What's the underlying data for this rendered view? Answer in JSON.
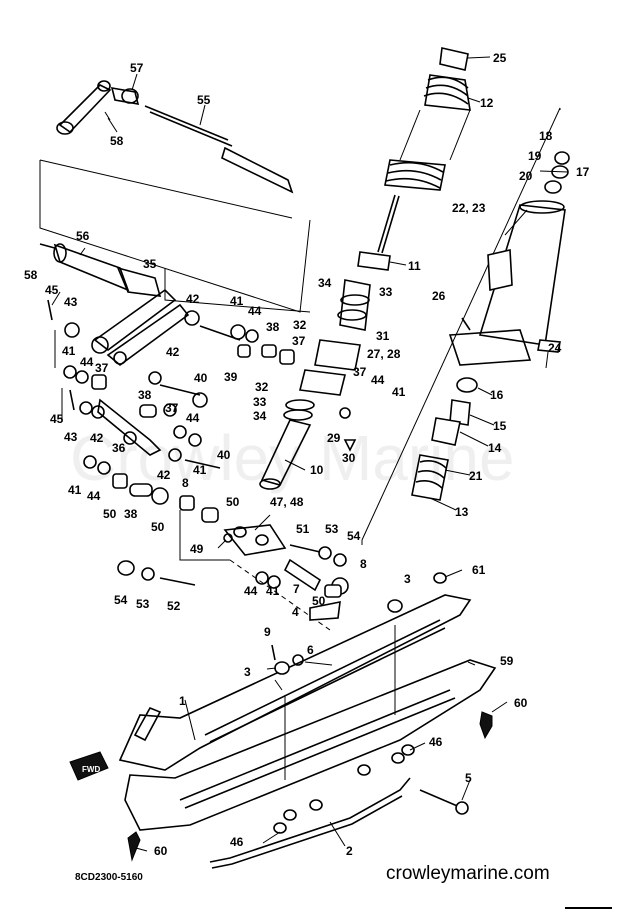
{
  "diagram_code": "8CD2300-5160",
  "watermark": "Crowley Marine",
  "website": "crowleymarine.com",
  "fwd_label": "FWD",
  "callouts": {
    "c1": "1",
    "c2": "2",
    "c3a": "3",
    "c3b": "3",
    "c4": "4",
    "c5": "5",
    "c6": "6",
    "c7": "7",
    "c8a": "8",
    "c8b": "8",
    "c9": "9",
    "c10": "10",
    "c11": "11",
    "c12": "12",
    "c13": "13",
    "c14": "14",
    "c15": "15",
    "c16": "16",
    "c17": "17",
    "c18": "18",
    "c19": "19",
    "c20": "20",
    "c21": "21",
    "c2223": "22, 23",
    "c24": "24",
    "c25": "25",
    "c26": "26",
    "c2728": "27, 28",
    "c29": "29",
    "c30": "30",
    "c31": "31",
    "c32a": "32",
    "c32b": "32",
    "c33a": "33",
    "c33b": "33",
    "c34a": "34",
    "c34b": "34",
    "c35": "35",
    "c36": "36",
    "c37a": "37",
    "c37b": "37",
    "c37c": "37",
    "c37d": "37",
    "c38a": "38",
    "c38b": "38",
    "c38c": "38",
    "c39": "39",
    "c40a": "40",
    "c40b": "40",
    "c41a": "41",
    "c41b": "41",
    "c41c": "41",
    "c41d": "41",
    "c41e": "41",
    "c41f": "41",
    "c42a": "42",
    "c42b": "42",
    "c42c": "42",
    "c42d": "42",
    "c43a": "43",
    "c43b": "43",
    "c44a": "44",
    "c44b": "44",
    "c44c": "44",
    "c44d": "44",
    "c44e": "44",
    "c45a": "45",
    "c45b": "45",
    "c46a": "46",
    "c46b": "46",
    "c4748": "47, 48",
    "c49": "49",
    "c50a": "50",
    "c50b": "50",
    "c50c": "50",
    "c50d": "50",
    "c51": "51",
    "c52": "52",
    "c53a": "53",
    "c53b": "53",
    "c54a": "54",
    "c54b": "54",
    "c55": "55",
    "c56": "56",
    "c57": "57",
    "c58a": "58",
    "c58b": "58",
    "c59": "59",
    "c60a": "60",
    "c60b": "60",
    "c61": "61"
  }
}
